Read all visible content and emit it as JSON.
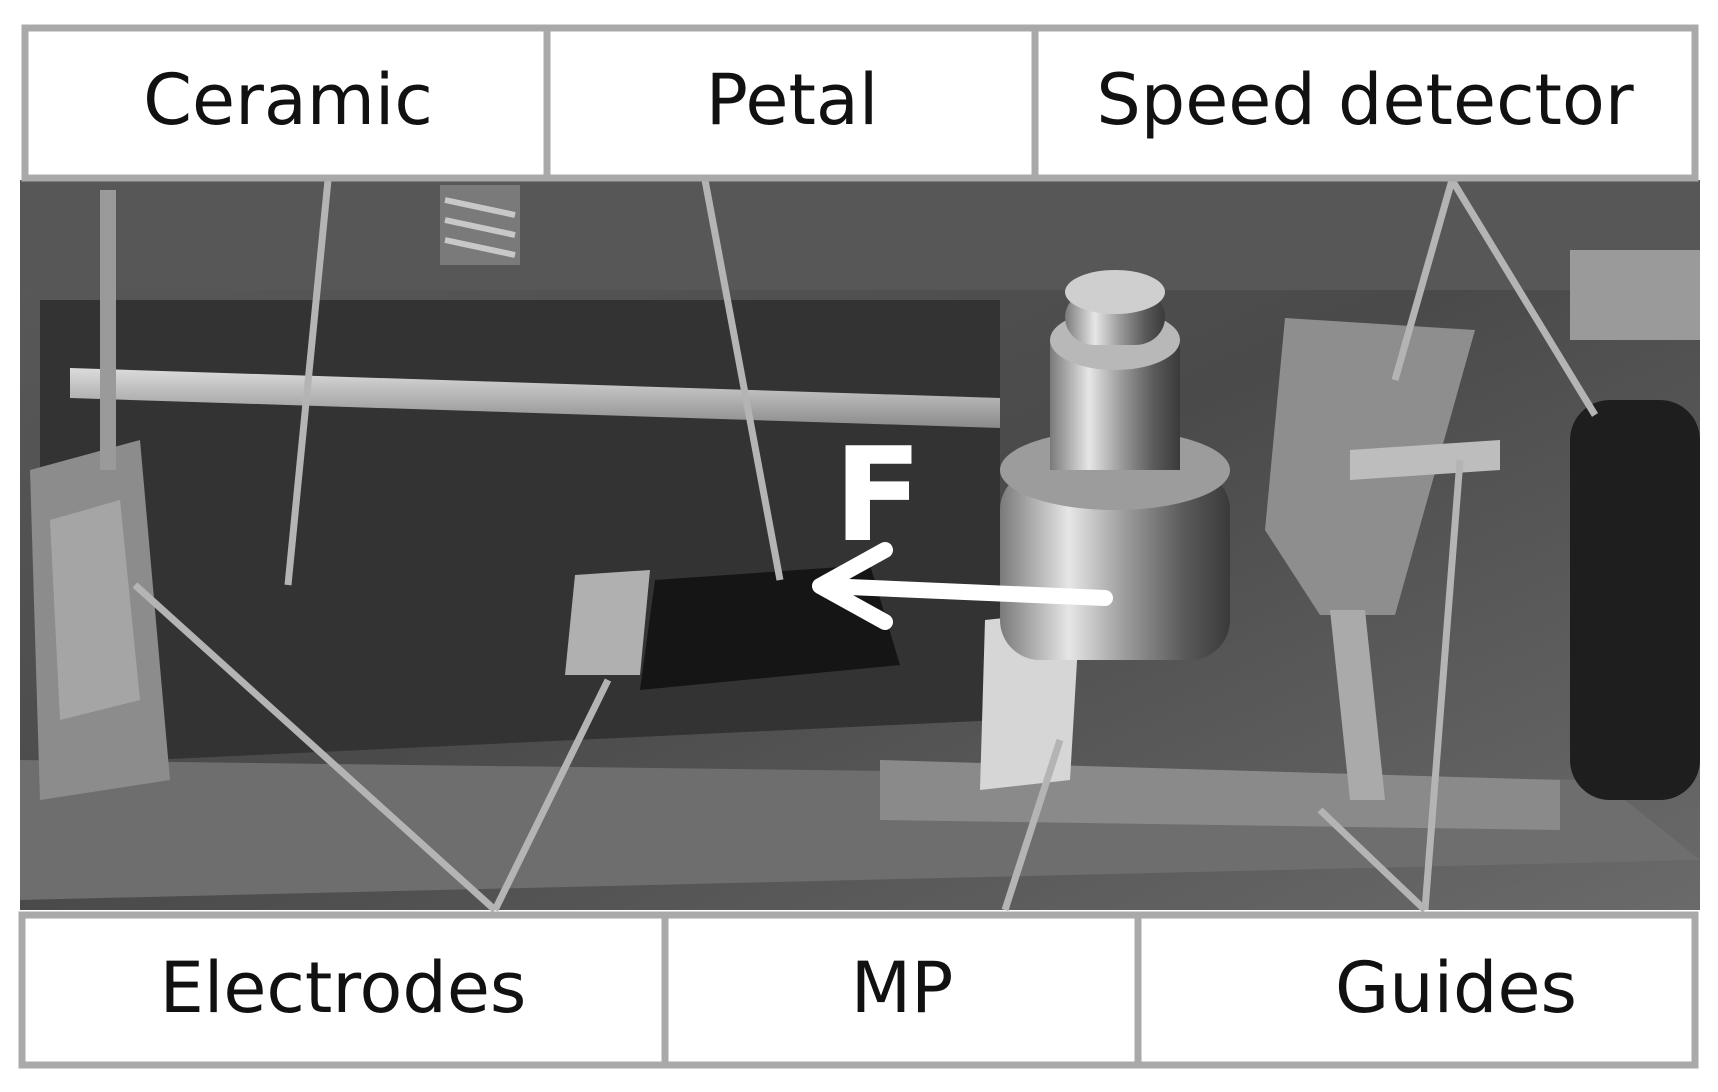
{
  "labels": {
    "top": [
      "Ceramic",
      "Petal",
      "Speed detector"
    ],
    "bottom": [
      "Electrodes",
      "MP",
      "Guides"
    ]
  },
  "force_label": "F",
  "colors": {
    "box_border": "#a9a9a9",
    "leader_line": "#b4b4b4",
    "photo_dark": "#3a3a3a",
    "photo_mid": "#6f6f6f",
    "arrow": "#ffffff"
  }
}
